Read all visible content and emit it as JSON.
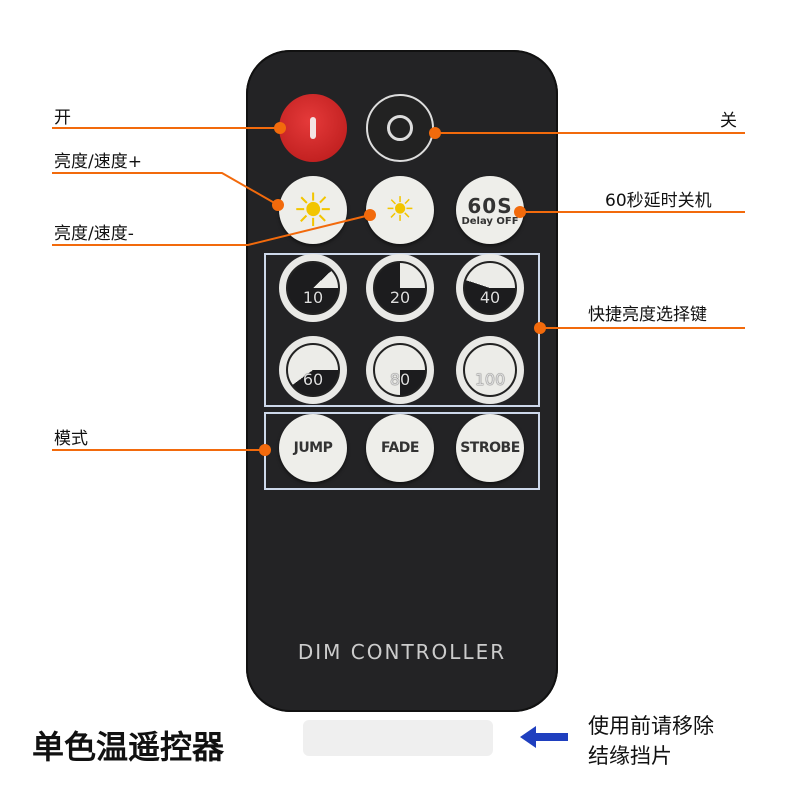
{
  "remote": {
    "brand": "DIM CONTROLLER",
    "buttons": {
      "on": "power-on",
      "off": "power-off",
      "brightness_up": "☀",
      "brightness_down": "☀",
      "delay_top": "60S",
      "delay_bottom": "Delay OFF",
      "levels": [
        {
          "label": "10",
          "level": 0.12
        },
        {
          "label": "20",
          "level": 0.25
        },
        {
          "label": "40",
          "level": 0.45
        },
        {
          "label": "60",
          "level": 0.6
        },
        {
          "label": "80",
          "level": 0.75
        },
        {
          "label": "100",
          "level": 1.0
        }
      ],
      "modes": [
        "JUMP",
        "FADE",
        "STROBE"
      ]
    }
  },
  "annotations": {
    "on": "开",
    "off": "关",
    "brightness_up": "亮度/速度+",
    "brightness_down": "亮度/速度-",
    "delay": "60秒延时关机",
    "quick_brightness": "快捷亮度选择键",
    "mode": "模式"
  },
  "title": "单色温遥控器",
  "note_line1": "使用前请移除",
  "note_line2": "结缘挡片",
  "colors": {
    "accent": "#f26a0c",
    "arrow": "#1f3fbf"
  }
}
